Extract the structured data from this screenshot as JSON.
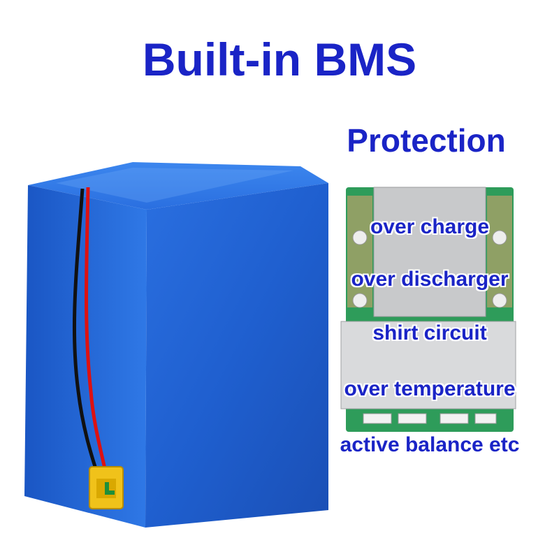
{
  "title": "Built-in BMS",
  "subtitle": "Protection",
  "features": [
    "over charge",
    "over discharger",
    "shirt circuit",
    "over temperature",
    "active balance etc"
  ],
  "colors": {
    "text": "#1a24c6",
    "battery": "#1f5fcf",
    "board": "#c8c9cb",
    "pcb": "#2e9c5a",
    "connector": "#f0c21a"
  }
}
